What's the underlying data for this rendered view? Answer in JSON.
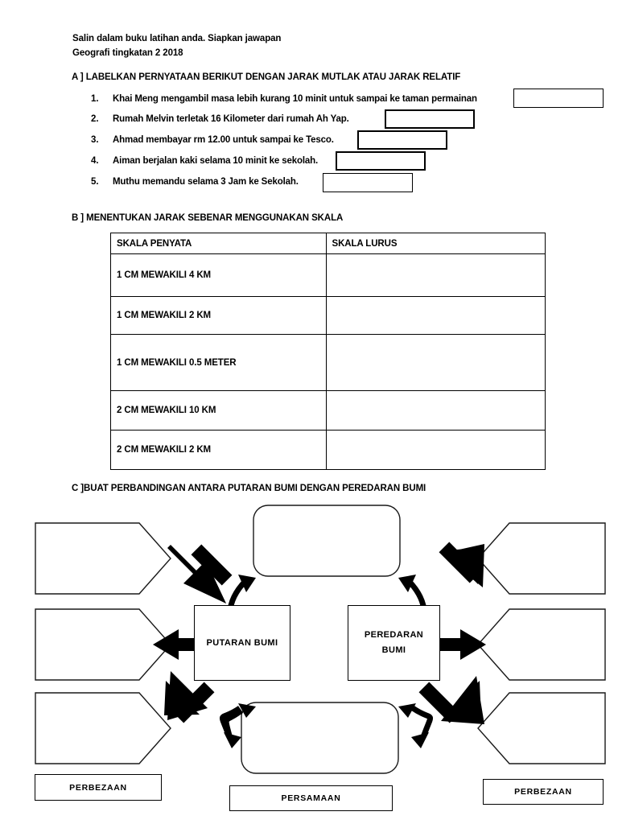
{
  "header": {
    "line1": "Salin dalam buku latihan anda. Siapkan jawapan",
    "line2": "Geografi tingkatan 2 2018"
  },
  "section_a": {
    "title": "A ] LABELKAN PERNYATAAN BERIKUT DENGAN JARAK MUTLAK ATAU JARAK RELATIF",
    "items": [
      {
        "num": "1.",
        "text": "Khai Meng mengambil masa lebih kurang 10 minit untuk sampai ke taman permainan",
        "answer": ""
      },
      {
        "num": "2.",
        "text": "Rumah Melvin terletak 16 Kilometer dari rumah Ah Yap.",
        "answer": ""
      },
      {
        "num": "3.",
        "text": "Ahmad membayar rm 12.00 untuk sampai ke Tesco.",
        "answer": ""
      },
      {
        "num": "4.",
        "text": "Aiman berjalan kaki selama 10 minit ke sekolah.",
        "answer": ""
      },
      {
        "num": "5.",
        "text": "Muthu memandu selama 3 Jam ke Sekolah.",
        "answer": ""
      }
    ]
  },
  "section_b": {
    "title": "B ] MENENTUKAN JARAK SEBENAR MENGGUNAKAN SKALA",
    "columns": [
      "SKALA PENYATA",
      "SKALA LURUS"
    ],
    "rows": [
      {
        "skala_penyata": "1 CM MEWAKILI 4 KM",
        "skala_lurus": ""
      },
      {
        "skala_penyata": "1 CM MEWAKILI 2 KM",
        "skala_lurus": ""
      },
      {
        "skala_penyata": "1 CM MEWAKILI 0.5 METER",
        "skala_lurus": ""
      },
      {
        "skala_penyata": "2 CM MEWAKILI 10 KM",
        "skala_lurus": ""
      },
      {
        "skala_penyata": "2 CM MEWAKILI 2 KM",
        "skala_lurus": ""
      }
    ]
  },
  "section_c": {
    "title": "C ]BUAT PERBANDINGAN ANTARA PUTARAN BUMI DENGAN PEREDARAN BUMI",
    "center_left": "PUTARAN BUMI",
    "center_right_line1": "PEREDARAN",
    "center_right_line2": "BUMI",
    "top_box": "",
    "bottom_box": "",
    "left_shapes": [
      "",
      "",
      ""
    ],
    "right_shapes": [
      "",
      "",
      ""
    ],
    "bottom_labels": {
      "left": "PERBEZAAN",
      "center": "PERSAMAAN",
      "right": "PERBEZAAN"
    }
  },
  "colors": {
    "ink": "#000000",
    "paper": "#ffffff"
  }
}
